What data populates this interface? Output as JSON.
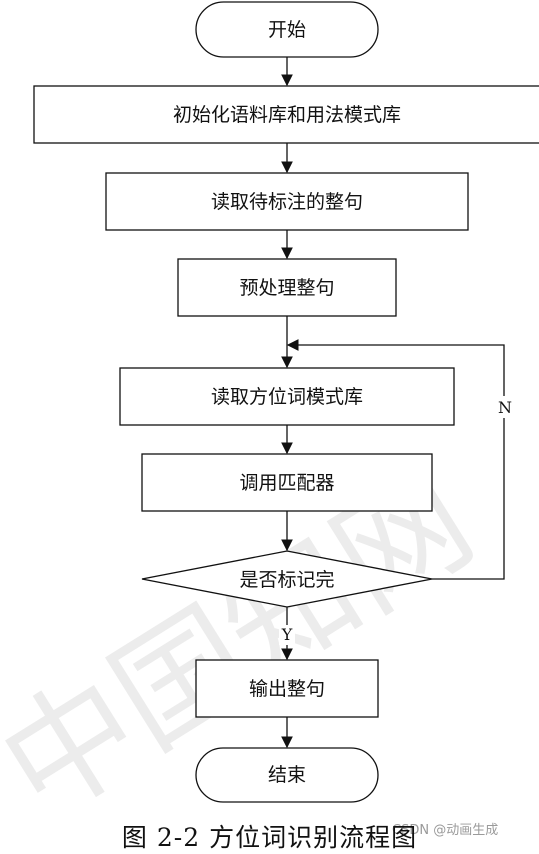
{
  "nodes": {
    "start": "开始",
    "init": "初始化语料库和用法模式库",
    "read_sentence": "读取待标注的整句",
    "preprocess": "预处理整句",
    "read_pattern": "读取方位词模式库",
    "call_matcher": "调用匹配器",
    "decision": "是否标记完",
    "output": "输出整句",
    "end": "结束"
  },
  "edge_labels": {
    "no": "N",
    "yes": "Y"
  },
  "caption": "图 2-2  方位词识别流程图",
  "watermark": {
    "brand": "CSDN @动画生成",
    "faint": "中国知网"
  }
}
